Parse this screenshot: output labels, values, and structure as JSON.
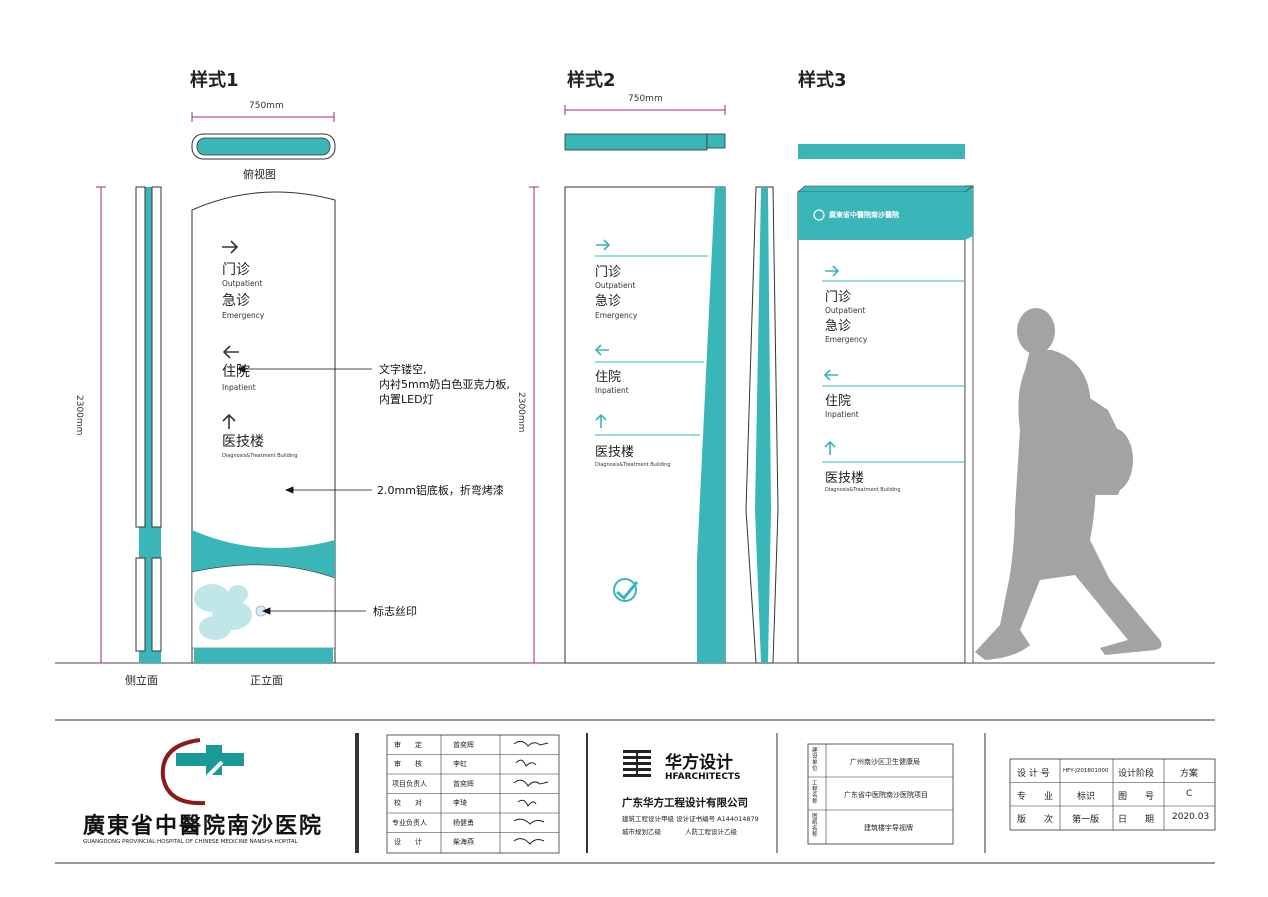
{
  "styles": [
    {
      "title": "样式1",
      "width_label": "750mm",
      "height_label": "2300mm",
      "top_view_label": "俯视图",
      "side_label": "侧立面",
      "front_label": "正立面"
    },
    {
      "title": "样式2",
      "width_label": "750mm",
      "height_label": "2300mm"
    },
    {
      "title": "样式3"
    }
  ],
  "sign": {
    "outpatient_zh": "门诊",
    "outpatient_en": "Outpatient",
    "emergency_zh": "急诊",
    "emergency_en": "Emergency",
    "inpatient_zh": "住院",
    "inpatient_en": "Inpatient",
    "diagnosis_zh": "医技楼",
    "diagnosis_en": "Diagnosis&Treatment Building",
    "header_text": "廣東省中醫院南沙醫院"
  },
  "annotations": {
    "text_cutout": [
      "文字镂空,",
      "内衬5mm奶白色亚克力板,",
      "内置LED灯"
    ],
    "aluminum": "2.0mm铝底板，折弯烤漆",
    "logo_print": "标志丝印"
  },
  "title_block": {
    "hospital_name": "廣東省中醫院南沙医院",
    "hospital_en": "GUANGDONG PROVINCIAL HOSPITAL OF CHINESE MEDICINE NANSHA HOPITAL",
    "approvals": [
      {
        "role": "审　　定",
        "name": "曾奕辉"
      },
      {
        "role": "审　　核",
        "name": "李虹"
      },
      {
        "role": "项目负责人",
        "name": "曾奕辉"
      },
      {
        "role": "校　　对",
        "name": "李琦"
      },
      {
        "role": "专业负责人",
        "name": "杨健勇"
      },
      {
        "role": "设　　计",
        "name": "柴海燕"
      }
    ],
    "firm_cn": "华方设计",
    "firm_en": "HFARCHITECTS",
    "company": "广东华方工程设计有限公司",
    "cert_line1": "建筑工程设计甲级 设计证书编号 A144014879",
    "cert_line2a": "城市规划乙级",
    "cert_line2b": "人防工程设计乙级",
    "project": [
      {
        "label": "建设单位",
        "value": "广州南沙区卫生健康局"
      },
      {
        "label": "工程名称",
        "value": "广东省中医院南沙医院项目"
      },
      {
        "label": "图纸名称",
        "value": "建筑楼宇导视牌"
      }
    ],
    "meta": [
      {
        "k1": "设 计 号",
        "v1": "HFY-J201801000",
        "k2": "设计阶段",
        "v2": "方案"
      },
      {
        "k1": "专　　业",
        "v1": "标识",
        "k2": "图　　号",
        "v2": "C"
      },
      {
        "k1": "版　　次",
        "v1": "第一版",
        "k2": "日　　期",
        "v2": "2020.03"
      }
    ]
  },
  "colors": {
    "teal": "#3ab6b8",
    "dim_magenta": "#a0287a",
    "logo_red": "#8b1a1a",
    "silhouette": "#a3a3a3"
  }
}
